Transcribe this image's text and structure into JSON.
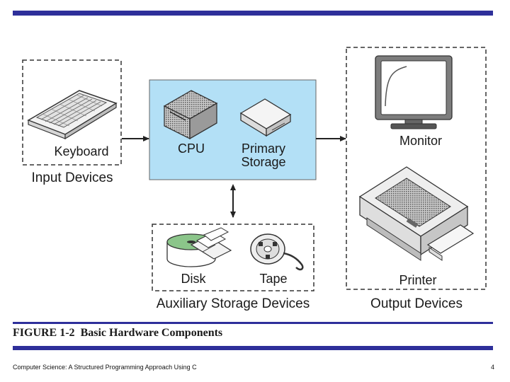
{
  "diagram": {
    "labels": {
      "keyboard": "Keyboard",
      "input_devices": "Input Devices",
      "cpu": "CPU",
      "primary_line1": "Primary",
      "primary_line2": "Storage",
      "monitor": "Monitor",
      "printer": "Printer",
      "output_devices": "Output Devices",
      "disk": "Disk",
      "tape": "Tape",
      "auxiliary_storage_devices": "Auxiliary Storage Devices"
    },
    "colors": {
      "cpu_box_fill": "#b3e0f6",
      "disk_green": "#8bc58a",
      "accent_bar": "#2e2f9a"
    },
    "icons": [
      "keyboard-icon",
      "cpu-icon",
      "primary-storage-icon",
      "monitor-icon",
      "printer-icon",
      "disk-icon",
      "floppy-disk-icon",
      "tape-reel-icon"
    ]
  },
  "caption": {
    "figure_number": "FIGURE 1-2",
    "title": "Basic Hardware Components"
  },
  "footer": {
    "book_title": "Computer Science: A Structured Programming Approach Using C",
    "page_number": "4"
  }
}
